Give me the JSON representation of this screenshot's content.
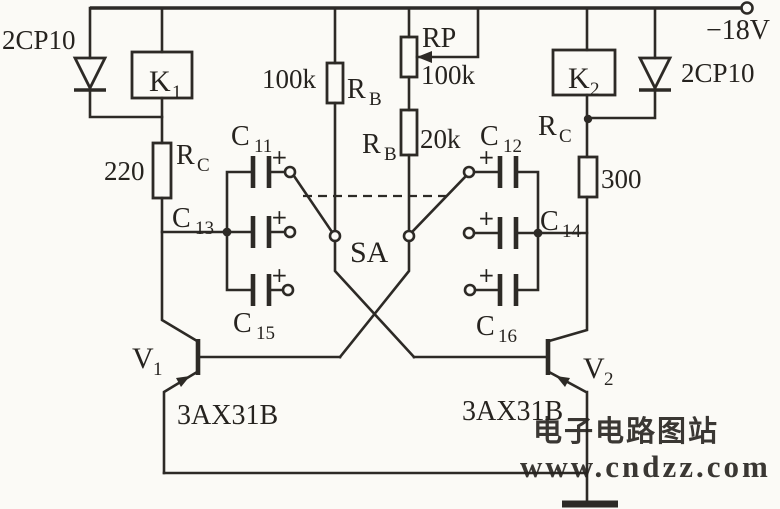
{
  "power": {
    "rail_voltage": "−18V"
  },
  "symbols": {
    "polarity": "+"
  },
  "watermark": {
    "site_name": "电子电路图站",
    "site_url": "www.cndzz.com",
    "color": "#a4d9e9"
  },
  "components": {
    "diode_left": {
      "part": "2CP10"
    },
    "diode_right": {
      "part": "2CP10"
    },
    "relay_k1": {
      "ref": "K",
      "sub": "1"
    },
    "relay_k2": {
      "ref": "K",
      "sub": "2"
    },
    "resistor_rb1": {
      "ref": "R",
      "sub": "B",
      "value": "100k"
    },
    "potentiometer_rp": {
      "ref": "RP",
      "value": "100k"
    },
    "resistor_rb2": {
      "ref": "R",
      "sub": "B",
      "value": "20k"
    },
    "resistor_rc1": {
      "ref": "R",
      "sub": "C",
      "value": "220"
    },
    "resistor_rc2": {
      "ref": "R",
      "sub": "C",
      "value": "300"
    },
    "cap_c11": {
      "ref": "C",
      "sub": "11"
    },
    "cap_c12": {
      "ref": "C",
      "sub": "12"
    },
    "cap_c13": {
      "ref": "C",
      "sub": "13"
    },
    "cap_c14": {
      "ref": "C",
      "sub": "14"
    },
    "cap_c15": {
      "ref": "C",
      "sub": "15"
    },
    "cap_c16": {
      "ref": "C",
      "sub": "16"
    },
    "switch_sa": {
      "ref": "SA"
    },
    "transistor_v1": {
      "ref": "V",
      "sub": "1",
      "part": "3AX31B"
    },
    "transistor_v2": {
      "ref": "V",
      "sub": "2",
      "part": "3AX31B"
    }
  }
}
